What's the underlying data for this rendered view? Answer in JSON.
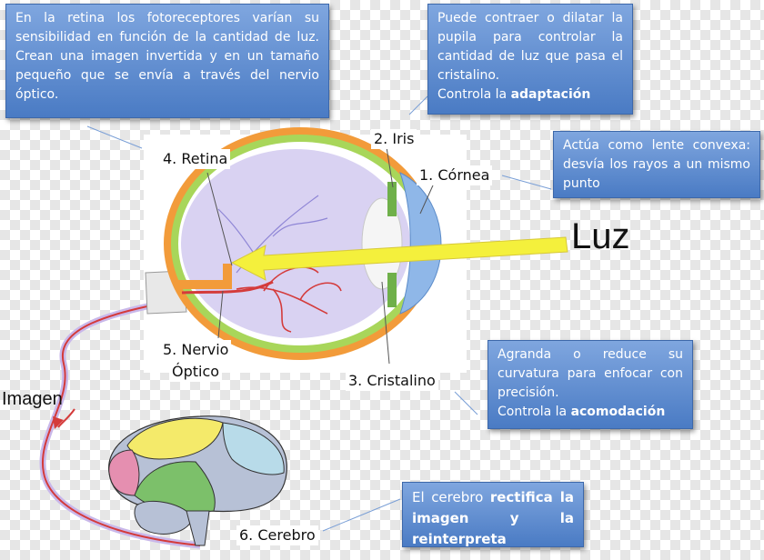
{
  "boxes": {
    "retina": {
      "text": "En la retina los fotoreceptores varían su sensibilidad en función de la cantidad de luz. Crean una imagen invertida  y en un tamaño pequeño que se envía a través del nervio óptico."
    },
    "iris": {
      "text": "Puede contraer o dilatar la pupila para controlar la cantidad de luz que pasa el cristalino.",
      "text2_prefix": "Controla la ",
      "text2_bold": "adaptación"
    },
    "cornea": {
      "text": "Actúa como lente convexa: desvía los rayos a un mismo punto"
    },
    "cristalino": {
      "text": "Agranda o reduce su curvatura para enfocar con precisión.",
      "text2_prefix": "Controla la ",
      "text2_bold": "acomodación"
    },
    "cerebro": {
      "text_prefix": "El cerebro ",
      "text_bold": "rectifica la imagen y la reinterpreta"
    }
  },
  "labels": {
    "retina": "4. Retina",
    "iris": "2. Iris",
    "cornea": "1. Córnea",
    "nervio_1": "5. Nervio",
    "nervio_2": "Óptico",
    "cristalino": "3. Cristalino",
    "cerebro": "6. Cerebro",
    "luz": "Luz",
    "imagen": "Imagen"
  },
  "colors": {
    "box_blue": "#5b8bd0",
    "arrow_yellow": "#f4f03c",
    "nerve_red": "#d43b3b",
    "sclera_orange": "#f29b3a",
    "choroid_green": "#a8d65a",
    "cornea_blue": "#8fb7e8"
  }
}
